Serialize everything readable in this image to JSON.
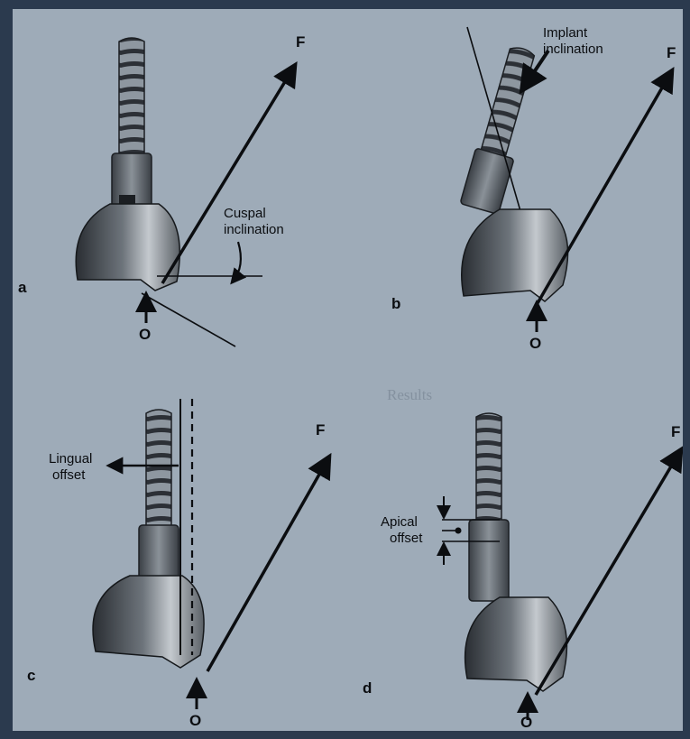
{
  "panels": {
    "a": {
      "letter": "a",
      "force_label": "F",
      "origin_label": "O",
      "annotation_line1": "Cuspal",
      "annotation_line2": "inclination"
    },
    "b": {
      "letter": "b",
      "force_label": "F",
      "origin_label": "O",
      "annotation_line1": "Implant",
      "annotation_line2": "inclination"
    },
    "c": {
      "letter": "c",
      "force_label": "F",
      "origin_label": "O",
      "annotation_line1": "Lingual",
      "annotation_line2": "offset"
    },
    "d": {
      "letter": "d",
      "force_label": "F",
      "origin_label": "O",
      "annotation_line1": "Apical",
      "annotation_line2": "offset"
    }
  },
  "colors": {
    "background": "#2b3a4e",
    "page": "#9eabb8",
    "ink": "#0b0d10",
    "crown": "#2a2e33",
    "thread": "#3a3f45"
  },
  "partial_text": {
    "results_heading": "Results"
  }
}
